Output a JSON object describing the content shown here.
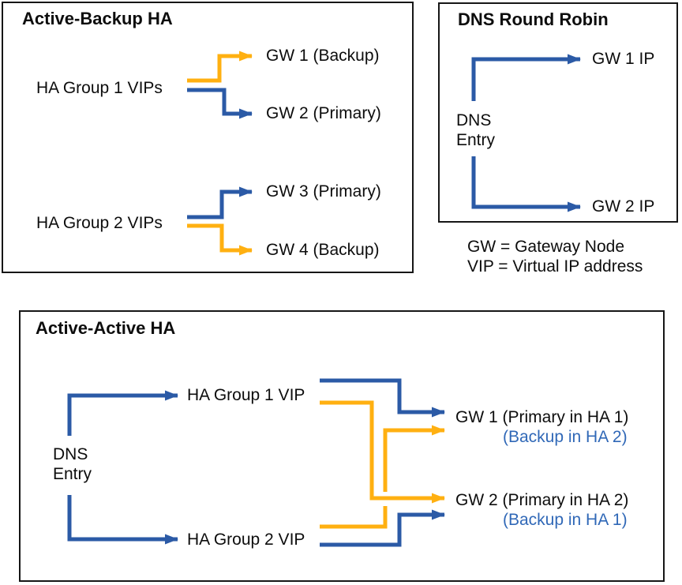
{
  "colors": {
    "arrow_blue": "#2B5AA6",
    "arrow_orange": "#FFB011",
    "backup_text_blue": "#3068B7",
    "border_color": "#161616",
    "text_color": "#0D0D0D"
  },
  "boxes": {
    "active_backup": {
      "title": "Active-Backup HA",
      "groups": [
        {
          "label": "HA Group 1 VIPs",
          "gateways": [
            {
              "label": "GW 1 (Backup)",
              "link": "backup"
            },
            {
              "label": "GW 2 (Primary)",
              "link": "primary"
            }
          ]
        },
        {
          "label": "HA Group 2 VIPs",
          "gateways": [
            {
              "label": "GW 3 (Primary)",
              "link": "primary"
            },
            {
              "label": "GW 4 (Backup)",
              "link": "backup"
            }
          ]
        }
      ]
    },
    "dns_round_robin": {
      "title": "DNS Round Robin",
      "source_line1": "DNS",
      "source_line2": "Entry",
      "targets": [
        "GW 1 IP",
        "GW 2 IP"
      ]
    },
    "active_active": {
      "title": "Active-Active HA",
      "source_line1": "DNS",
      "source_line2": "Entry",
      "vips": [
        "HA Group 1 VIP",
        "HA Group 2 VIP"
      ],
      "gateways": [
        {
          "primary_label": "GW 1 (Primary in HA 1)",
          "backup_label": "(Backup in HA 2)"
        },
        {
          "primary_label": "GW 2 (Primary in HA 2)",
          "backup_label": "(Backup in HA 1)"
        }
      ]
    }
  },
  "legend": {
    "line1": "GW = Gateway Node",
    "line2": "VIP = Virtual IP address"
  }
}
